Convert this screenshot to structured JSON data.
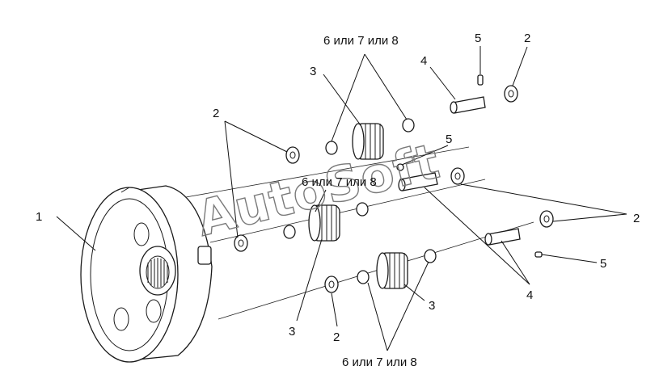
{
  "watermark": "AutoSoft",
  "labels": {
    "part_1": "1",
    "part_2_left": "2",
    "part_2_top": "2",
    "part_2_right": "2",
    "part_2_bottom": "2",
    "part_3_top": "3",
    "part_3_bottom_left": "3",
    "part_3_bottom_right": "3",
    "part_4_top": "4",
    "part_4_bottom": "4",
    "part_5_top": "5",
    "part_5_mid": "5",
    "part_5_right": "5",
    "variant_top": "6 или 7 или 8",
    "variant_mid": "6 или 7 или 8",
    "variant_bottom": "6 или 7 или 8"
  }
}
